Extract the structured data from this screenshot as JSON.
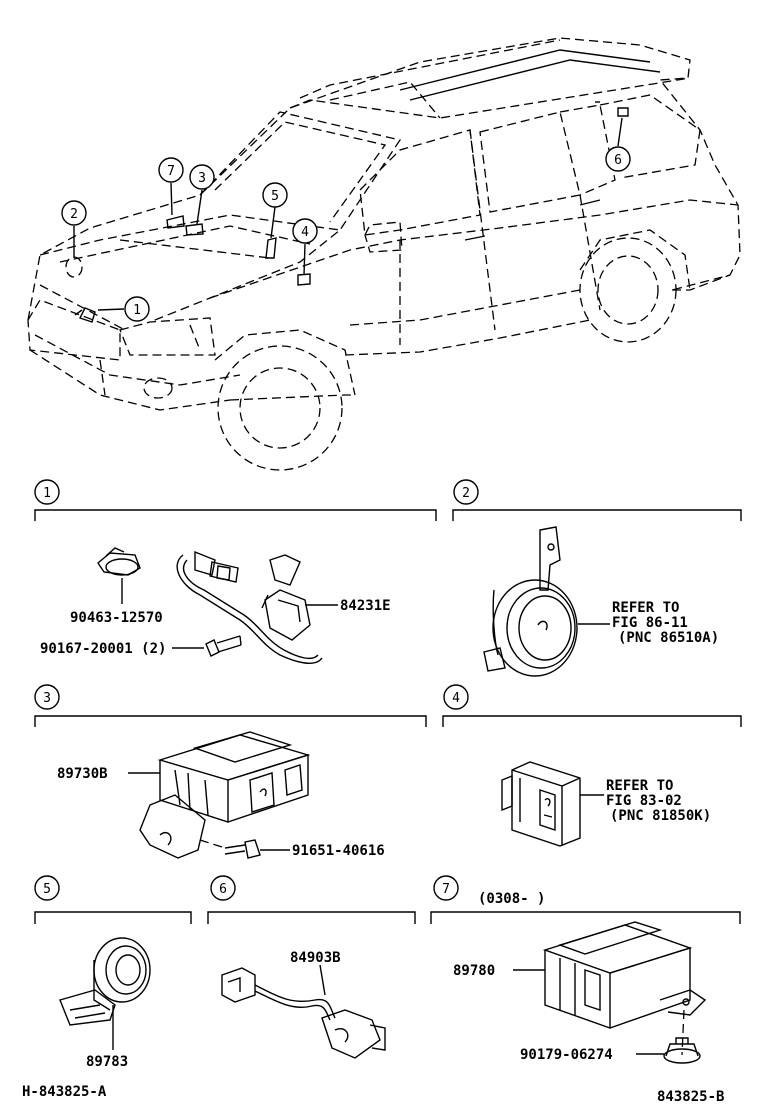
{
  "vehicle_callouts": [
    "1",
    "2",
    "3",
    "4",
    "5",
    "6",
    "7"
  ],
  "sections": [
    {
      "id": "1",
      "parts": [
        {
          "key": "clip",
          "label": "90463-12570"
        },
        {
          "key": "bolt",
          "label": "90167-20001 (2)"
        },
        {
          "key": "switch",
          "label": "84231E"
        }
      ]
    },
    {
      "id": "2",
      "note": [
        "REFER TO",
        "FIG 86-11",
        "(PNC 86510A)"
      ]
    },
    {
      "id": "3",
      "parts": [
        {
          "key": "computer",
          "label": "89730B"
        },
        {
          "key": "screw",
          "label": "91651-40616"
        }
      ]
    },
    {
      "id": "4",
      "note": [
        "REFER TO",
        "FIG 83-02",
        "(PNC 81850K)"
      ]
    },
    {
      "id": "5",
      "parts": [
        {
          "key": "coil",
          "label": "89783"
        }
      ]
    },
    {
      "id": "6",
      "parts": [
        {
          "key": "harness",
          "label": "84903B"
        }
      ]
    },
    {
      "id": "7",
      "date": "(0308-      )",
      "parts": [
        {
          "key": "ecu",
          "label": "89780"
        },
        {
          "key": "nut",
          "label": "90179-06274"
        }
      ]
    }
  ],
  "footer": {
    "left": "H-843825-A",
    "right": "843825-B"
  }
}
